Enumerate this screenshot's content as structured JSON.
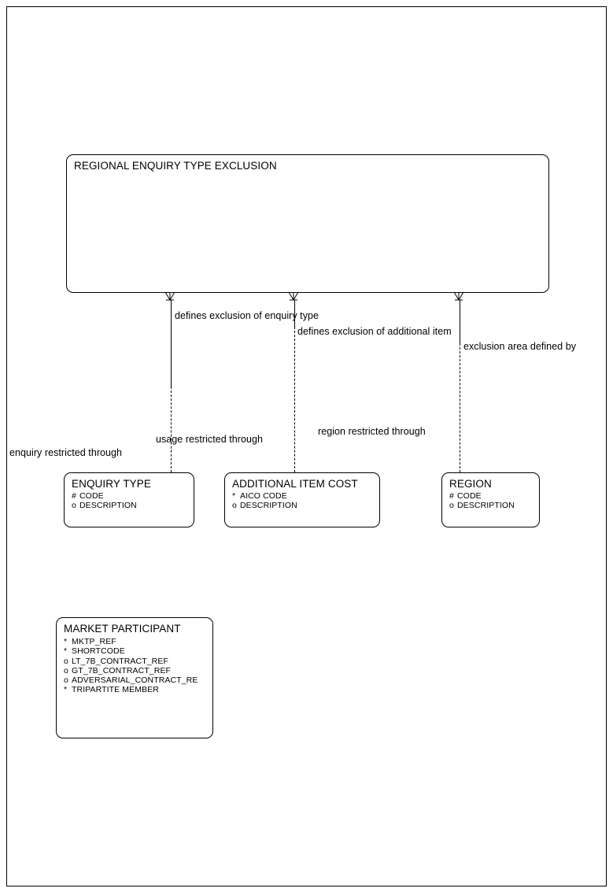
{
  "diagram": {
    "type": "entity-relationship-diagram",
    "title": "REGIONAL ENQUIRY TYPE EXCLUSION"
  },
  "entities": [
    {
      "id": "regional-enquiry-type-exclusion",
      "name": "REGIONAL ENQUIRY TYPE EXCLUSION",
      "attributes": []
    },
    {
      "id": "enquiry-type",
      "name": "ENQUIRY TYPE",
      "attributes": [
        {
          "mark": "#",
          "name": "CODE"
        },
        {
          "mark": "o",
          "name": "DESCRIPTION"
        }
      ]
    },
    {
      "id": "additional-item-cost",
      "name": "ADDITIONAL ITEM COST",
      "attributes": [
        {
          "mark": "*",
          "name": "AICO CODE"
        },
        {
          "mark": "o",
          "name": "DESCRIPTION"
        }
      ]
    },
    {
      "id": "region",
      "name": "REGION",
      "attributes": [
        {
          "mark": "#",
          "name": "CODE"
        },
        {
          "mark": "o",
          "name": "DESCRIPTION"
        }
      ]
    },
    {
      "id": "market-participant",
      "name": "MARKET PARTICIPANT",
      "attributes": [
        {
          "mark": "*",
          "name": "MKTP_REF"
        },
        {
          "mark": "*",
          "name": "SHORTCODE"
        },
        {
          "mark": "o",
          "name": "LT_7B_CONTRACT_REF"
        },
        {
          "mark": "o",
          "name": "GT_7B_CONTRACT_REF"
        },
        {
          "mark": "o",
          "name": "ADVERSARIAL_CONTRACT_RE"
        },
        {
          "mark": "*",
          "name": "TRIPARTITE MEMBER"
        }
      ]
    }
  ],
  "relationships": [
    {
      "id": "enquiry-type-relationship",
      "from": "regional-enquiry-type-exclusion",
      "to": "enquiry-type",
      "label_top": "defines exclusion of enquiry type",
      "label_bottom": "enquiry restricted through"
    },
    {
      "id": "additional-item-relationship",
      "from": "regional-enquiry-type-exclusion",
      "to": "additional-item-cost",
      "label_top": "defines exclusion of additional item",
      "label_bottom": "usage restricted through"
    },
    {
      "id": "region-relationship",
      "from": "regional-enquiry-type-exclusion",
      "to": "region",
      "label_top": "exclusion area defined by",
      "label_bottom": "region restricted through"
    }
  ],
  "colors": {
    "stroke": "#000000",
    "background": "#ffffff"
  }
}
